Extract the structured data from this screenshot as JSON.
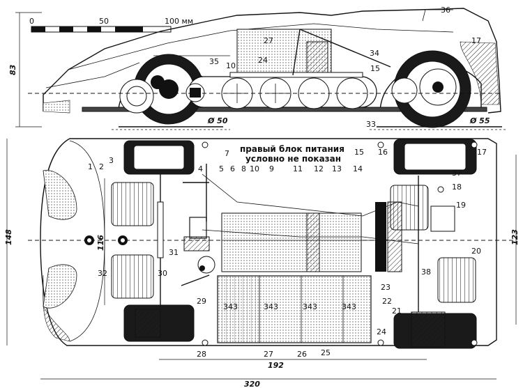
{
  "scale": {
    "ticks": [
      "0",
      "50",
      "100 мм"
    ]
  },
  "note": {
    "line1": "правый блок питания",
    "line2": "условно не показан"
  },
  "dimensions": {
    "height": "83",
    "width": "148",
    "d50": "Ø 50",
    "d55": "Ø 55",
    "d116": "116",
    "d123": "123",
    "d192": "192",
    "d320": "320"
  },
  "battery_label": "343",
  "side_labels": [
    "36",
    "27",
    "34",
    "17",
    "35",
    "10",
    "24",
    "15",
    "33"
  ],
  "top_labels": [
    "1",
    "2",
    "3",
    "4",
    "7",
    "5",
    "6",
    "8",
    "10",
    "9",
    "11",
    "12",
    "13",
    "14",
    "15",
    "16",
    "17",
    "37",
    "18",
    "19",
    "20",
    "31",
    "30",
    "32",
    "29",
    "28",
    "27",
    "26",
    "25",
    "24",
    "23",
    "22",
    "21",
    "38"
  ]
}
